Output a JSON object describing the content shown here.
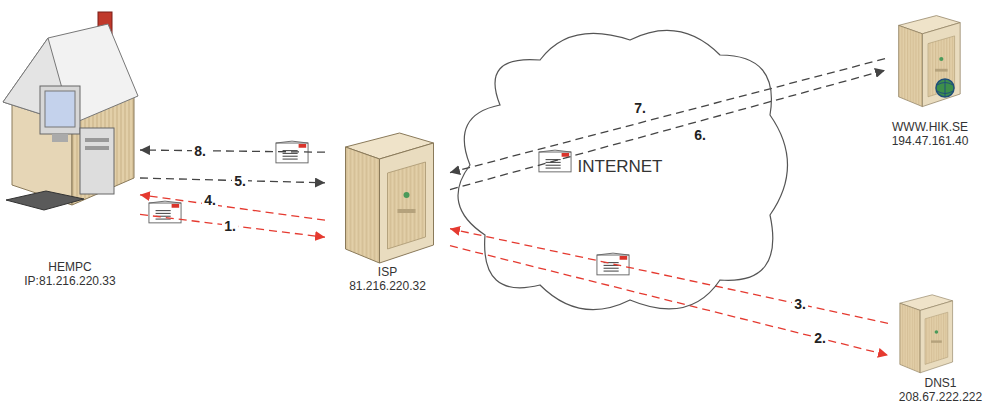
{
  "diagram": {
    "nodes": [
      {
        "text": [
          "HEMPC",
          "IP:81.216.220.33"
        ]
      },
      {
        "text": [
          "ISP",
          "81.216.220.32"
        ]
      },
      {
        "text": [
          "INTERNET"
        ]
      },
      {
        "text": [
          "WWW.HIK.SE",
          "194.47.161.40"
        ]
      },
      {
        "text": [
          "DNS1",
          "208.67.222.222"
        ]
      }
    ],
    "edges": [
      {
        "from": 0,
        "to": 1,
        "arrow": "to",
        "label": "1."
      },
      {
        "from": 1,
        "to": 4,
        "arrow": "to",
        "label": "2."
      },
      {
        "from": 4,
        "to": 1,
        "arrow": "to",
        "label": "3."
      },
      {
        "from": 1,
        "to": 0,
        "arrow": "to",
        "label": "4."
      },
      {
        "from": 0,
        "to": 1,
        "arrow": "to",
        "label": "5."
      },
      {
        "from": 1,
        "to": 3,
        "arrow": "to",
        "label": "6."
      },
      {
        "from": 3,
        "to": 1,
        "arrow": "to",
        "label": "7."
      },
      {
        "from": 1,
        "to": 0,
        "arrow": "to",
        "label": "8."
      }
    ]
  }
}
